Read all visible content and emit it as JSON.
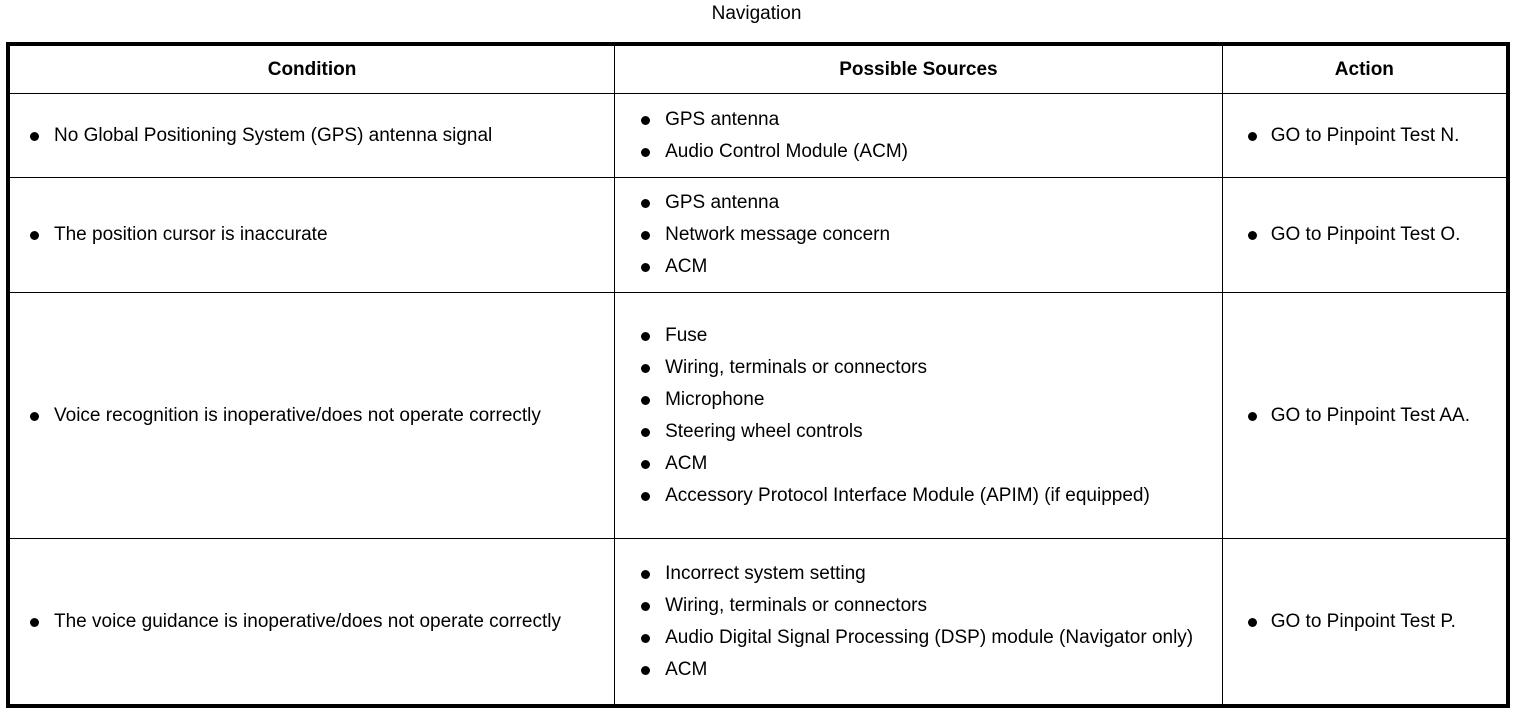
{
  "title": "Navigation",
  "table": {
    "columns": [
      {
        "key": "condition",
        "label": "Condition"
      },
      {
        "key": "sources",
        "label": "Possible Sources"
      },
      {
        "key": "action",
        "label": "Action"
      }
    ],
    "rows": [
      {
        "condition": [
          "No Global Positioning System (GPS) antenna signal"
        ],
        "sources": [
          "GPS antenna",
          "Audio Control Module (ACM)"
        ],
        "action": [
          "GO to Pinpoint Test N."
        ]
      },
      {
        "condition": [
          "The position cursor is inaccurate"
        ],
        "sources": [
          "GPS antenna",
          "Network message concern",
          "ACM"
        ],
        "action": [
          "GO to Pinpoint Test O."
        ]
      },
      {
        "condition": [
          "Voice recognition is inoperative/does not operate correctly"
        ],
        "sources": [
          "Fuse",
          "Wiring, terminals or connectors",
          "Microphone",
          "Steering wheel controls",
          "ACM",
          "Accessory Protocol Interface Module (APIM) (if equipped)"
        ],
        "action": [
          "GO to Pinpoint Test AA."
        ]
      },
      {
        "condition": [
          "The voice guidance is inoperative/does not operate correctly"
        ],
        "sources": [
          "Incorrect system setting",
          "Wiring, terminals or connectors",
          "Audio Digital Signal Processing (DSP) module (Navigator only)",
          "ACM"
        ],
        "action": [
          "GO to Pinpoint Test P."
        ]
      }
    ]
  },
  "colors": {
    "page_background": "#ffffff",
    "text": "#000000",
    "border": "#000000"
  }
}
